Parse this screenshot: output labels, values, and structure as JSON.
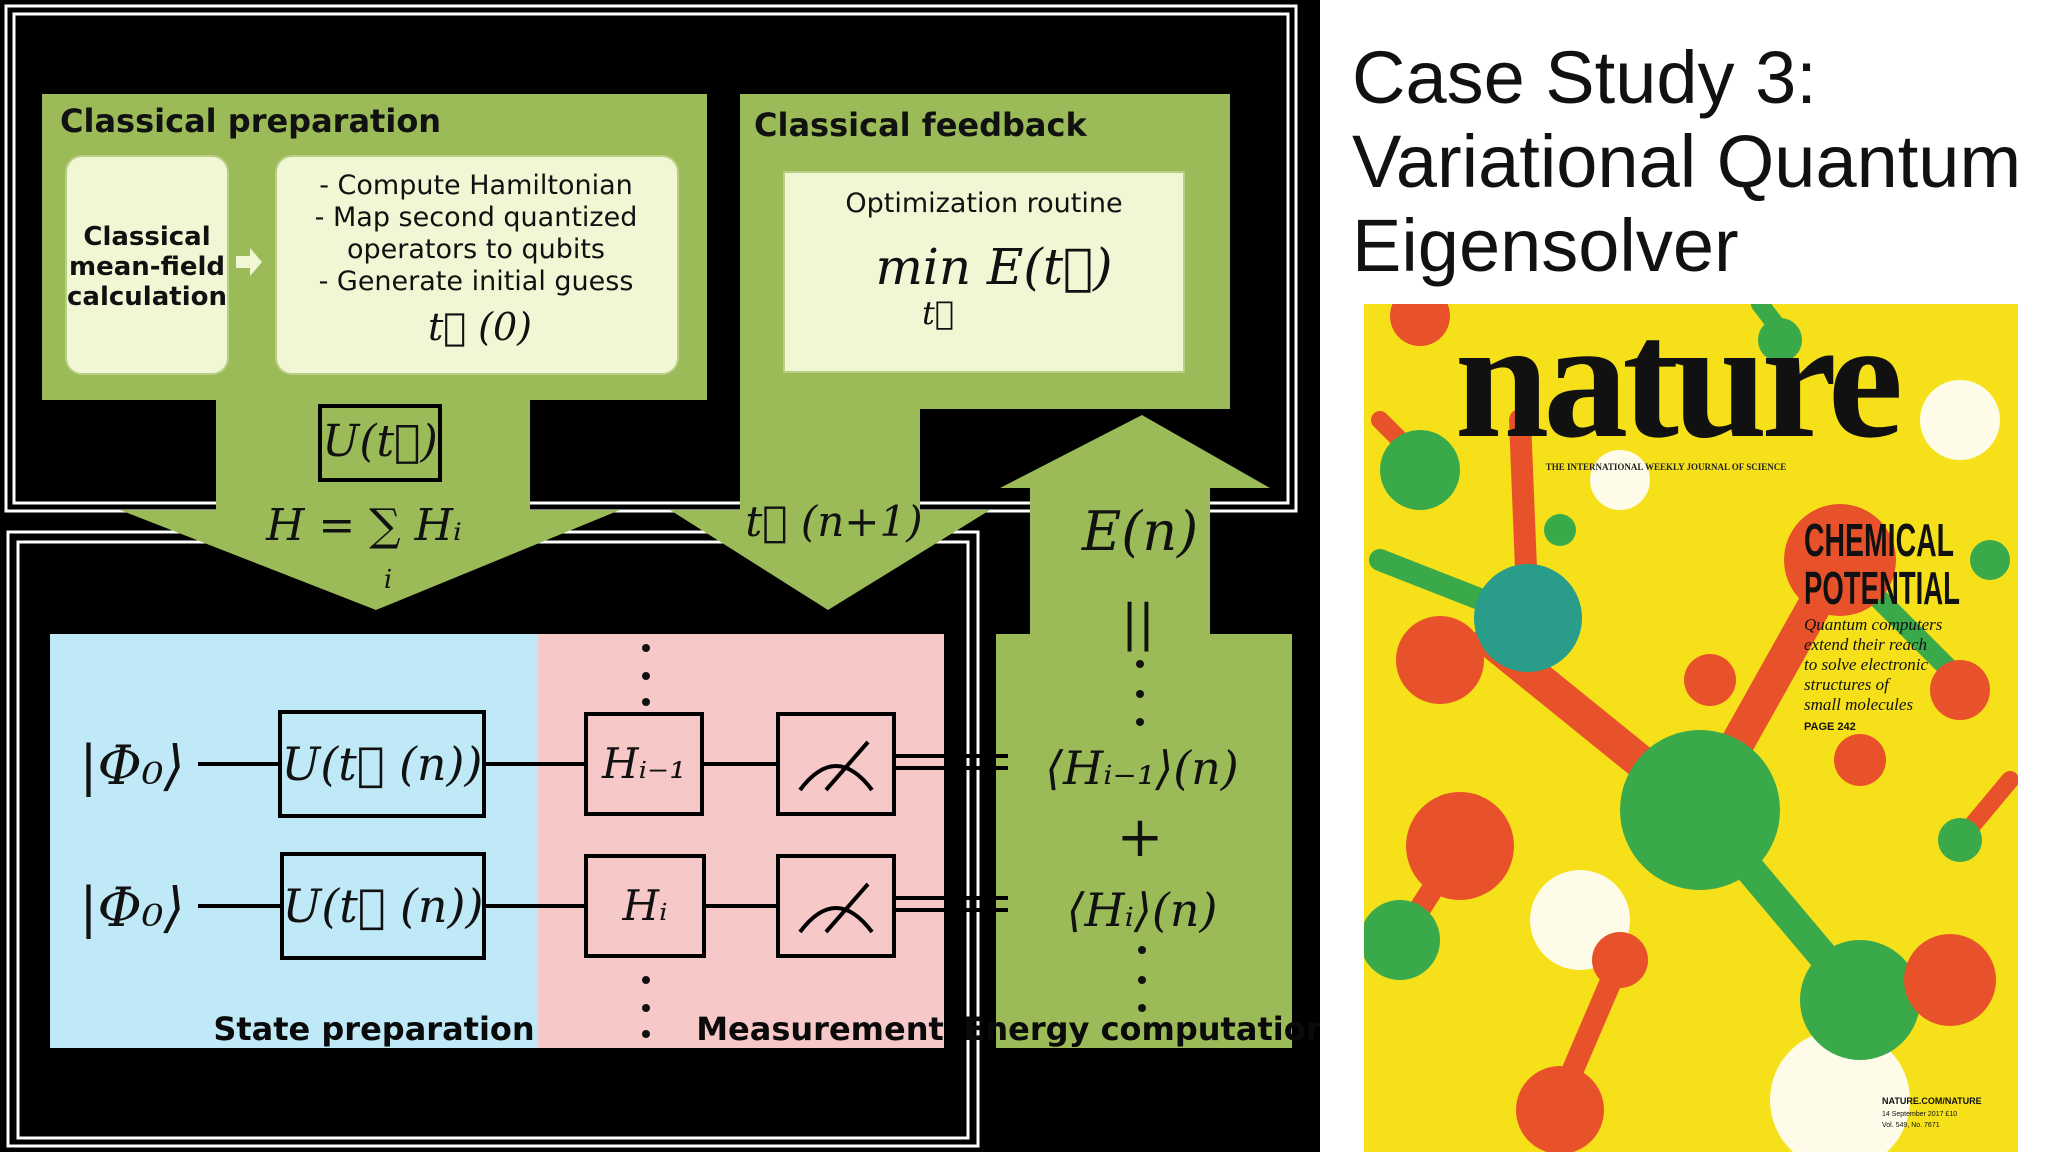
{
  "slide": {
    "title_lines": [
      "Case Study 3:",
      "Variational Quantum",
      "Eigensolver"
    ]
  },
  "diagram": {
    "classical_preparation": {
      "header": "Classical  preparation",
      "box1_lines": [
        "Classical",
        "mean-field",
        "calculation"
      ],
      "box2_lines": [
        "- Compute Hamiltonian",
        "- Map second quantized",
        "operators to qubits",
        "- Generate initial guess"
      ],
      "initial_guess": "t⃗ (0)"
    },
    "classical_feedback": {
      "header": "Classical  feedback",
      "box_title": "Optimization routine",
      "objective": "min E(t⃗)",
      "objective_sub": "t⃗"
    },
    "flow": {
      "ansatz": "U(t⃗)",
      "hamiltonian": "H = ∑ Hᵢ",
      "hamiltonian_sub": "i",
      "next_params": "t⃗ (n+1)",
      "energy": "E(n)",
      "equals": "||"
    },
    "circuit": {
      "input_state": "|Φ₀⟩",
      "unitary": "U(t⃗ (n))",
      "h_prev": "Hᵢ₋₁",
      "h_i": "Hᵢ",
      "exp_prev": "⟨Hᵢ₋₁⟩(n)",
      "exp_i": "⟨Hᵢ⟩(n)",
      "plus": "+"
    },
    "sections": {
      "state_preparation": "State preparation",
      "measurement": "Measurement",
      "energy_computation": "Energy computation"
    },
    "colors": {
      "green": "#9bbb59",
      "state_bg": "#bfe9f7",
      "meas_bg": "#f7c8c8"
    }
  },
  "cover": {
    "masthead": "nature",
    "tagline": "THE INTERNATIONAL WEEKLY JOURNAL OF SCIENCE",
    "headline_lines": [
      "CHEMICAL",
      "POTENTIAL"
    ],
    "subtitle_lines": [
      "Quantum computers",
      "extend their reach",
      "to solve electronic",
      "structures of",
      "small molecules"
    ],
    "page_ref": "PAGE 242",
    "footer_lines": [
      "NATURE.COM/NATURE",
      "14 September 2017  £10",
      "Vol. 549, No. 7671"
    ],
    "colors": {
      "background": "#f5e01a",
      "orange": "#e8522b",
      "green": "#3aa94a",
      "teal": "#2a9c8a"
    }
  }
}
